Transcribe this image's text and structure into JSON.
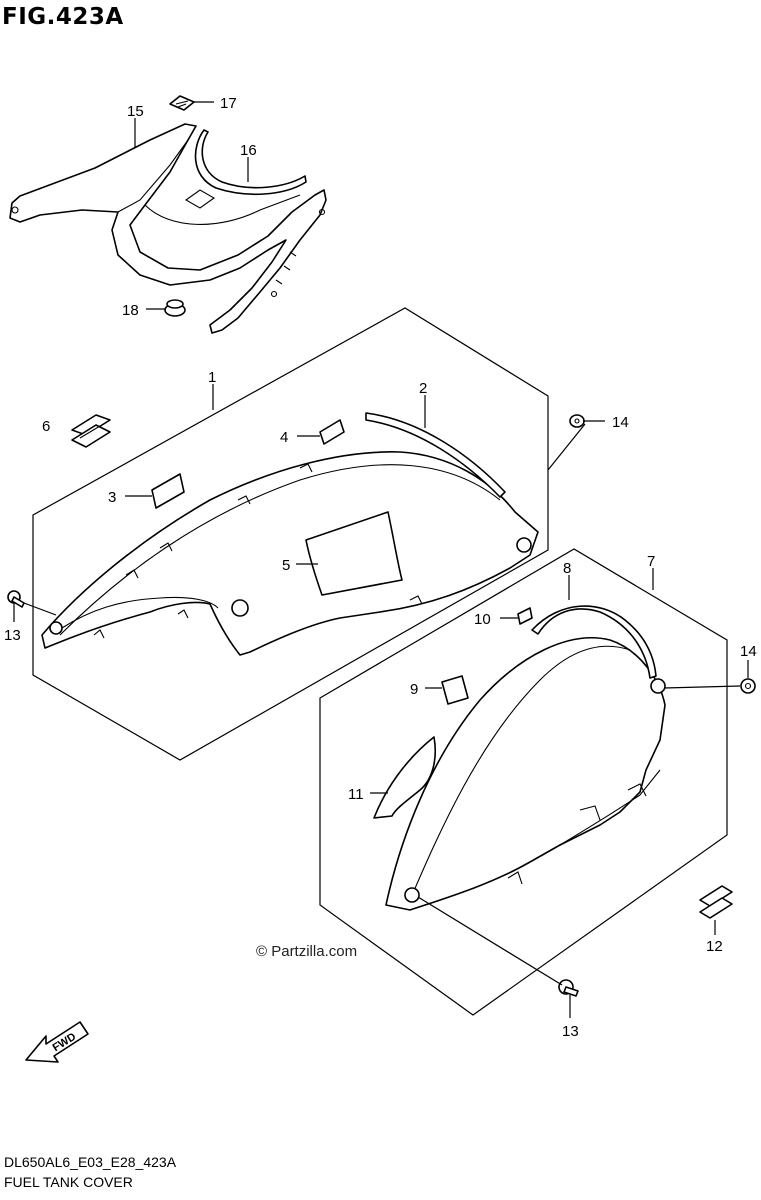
{
  "header": {
    "figure_title": "FIG.423A"
  },
  "footer": {
    "diagram_code": "DL650AL6_E03_E28_423A",
    "diagram_name": "FUEL TANK COVER"
  },
  "watermark": "© Partzilla.com",
  "fwd_label": "FWD",
  "callouts": [
    "1",
    "2",
    "3",
    "4",
    "5",
    "6",
    "7",
    "8",
    "9",
    "10",
    "11",
    "12",
    "13",
    "13",
    "14",
    "14",
    "15",
    "16",
    "17",
    "18"
  ]
}
